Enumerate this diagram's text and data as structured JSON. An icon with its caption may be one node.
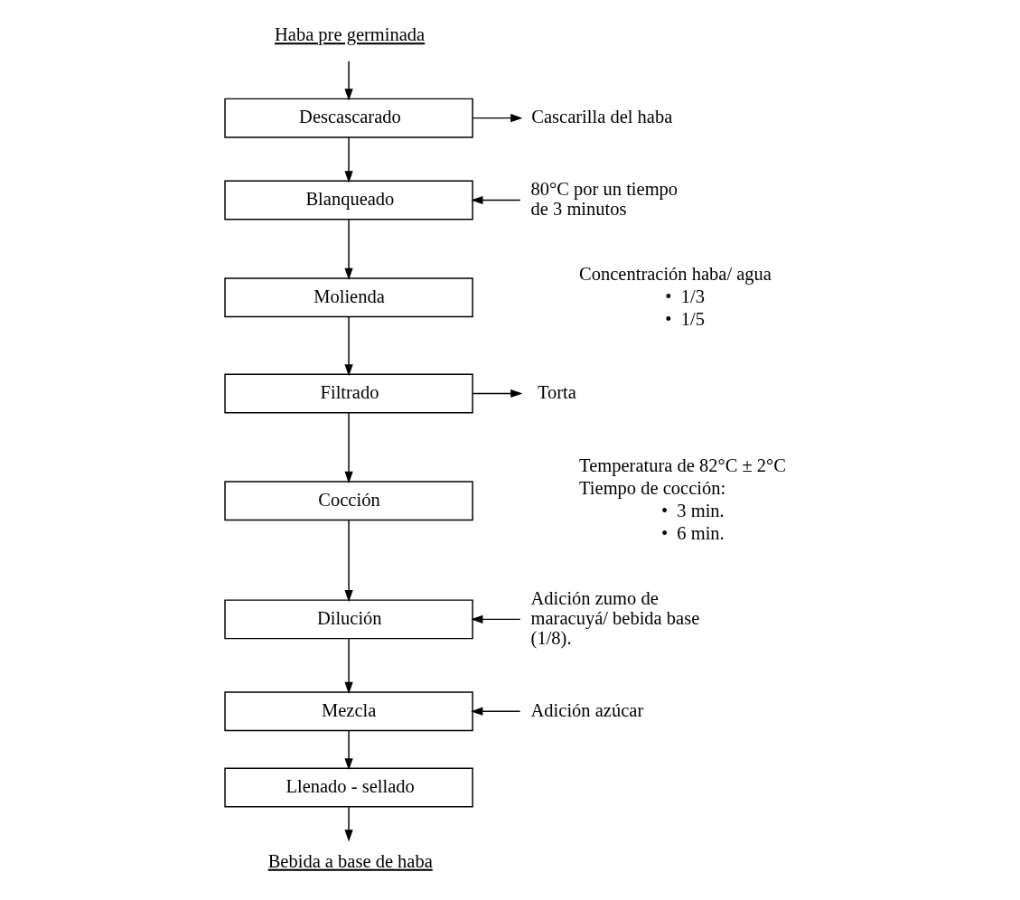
{
  "diagram": {
    "nodes": [
      {
        "text": [
          "Haba pre germinada"
        ]
      },
      {
        "text": [
          "Descascarado"
        ]
      },
      {
        "text": [
          "Cascarilla del haba"
        ]
      },
      {
        "text": [
          "80°C por un tiempo de 3 minutos"
        ]
      },
      {
        "text": [
          "Blanqueado"
        ]
      },
      {
        "text": [
          "Molienda"
        ],
        "beside": [
          "Concentración haba/ agua",
          "•  1/3",
          "•  1/5"
        ]
      },
      {
        "text": [
          "Filtrado"
        ]
      },
      {
        "text": [
          "Torta"
        ]
      },
      {
        "text": [
          "Cocción"
        ],
        "beside": [
          "Temperatura de 82°C ± 2°C",
          "Tiempo de cocción:",
          "•  3 min.",
          "•  6 min."
        ]
      },
      {
        "text": [
          "Adición zumo de maracuyá/ bebida base (1/8)."
        ]
      },
      {
        "text": [
          "Dilución"
        ]
      },
      {
        "text": [
          "Adición azúcar"
        ]
      },
      {
        "text": [
          "Mezcla"
        ]
      },
      {
        "text": [
          "Llenado - sellado"
        ]
      },
      {
        "text": [
          "Bebida a base de haba"
        ]
      }
    ],
    "edges": [
      {
        "from": 0,
        "to": 1,
        "arrow": "to"
      },
      {
        "from": 1,
        "to": 2,
        "arrow": "to"
      },
      {
        "from": 1,
        "to": 4,
        "arrow": "to"
      },
      {
        "from": 3,
        "to": 4,
        "arrow": "to"
      },
      {
        "from": 4,
        "to": 5,
        "arrow": "to"
      },
      {
        "from": 5,
        "to": 6,
        "arrow": "to"
      },
      {
        "from": 6,
        "to": 7,
        "arrow": "to"
      },
      {
        "from": 6,
        "to": 8,
        "arrow": "to"
      },
      {
        "from": 8,
        "to": 10,
        "arrow": "to"
      },
      {
        "from": 9,
        "to": 10,
        "arrow": "to"
      },
      {
        "from": 10,
        "to": 12,
        "arrow": "to"
      },
      {
        "from": 11,
        "to": 12,
        "arrow": "to"
      },
      {
        "from": 12,
        "to": 13,
        "arrow": "to"
      },
      {
        "from": 13,
        "to": 14,
        "arrow": "to"
      }
    ]
  }
}
